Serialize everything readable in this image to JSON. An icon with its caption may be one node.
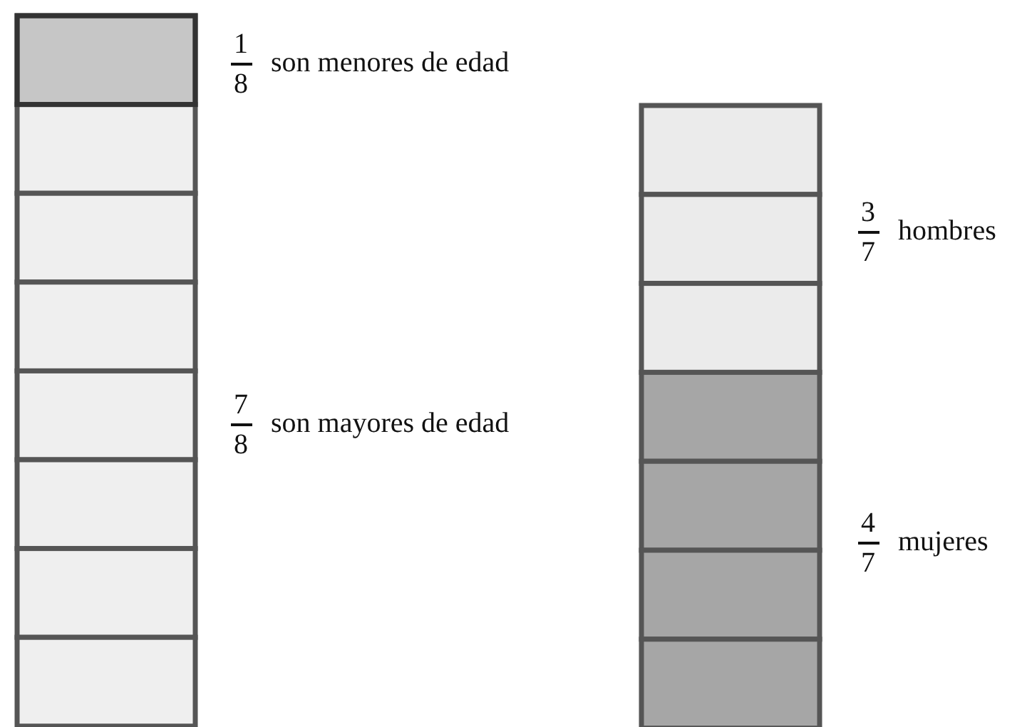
{
  "diagram": {
    "labels": [
      "1",
      "8",
      "son menores de edad",
      "7",
      "8",
      "son mayores de edad",
      "3",
      "7",
      "hombres",
      "4",
      "7",
      "mujeres"
    ]
  }
}
